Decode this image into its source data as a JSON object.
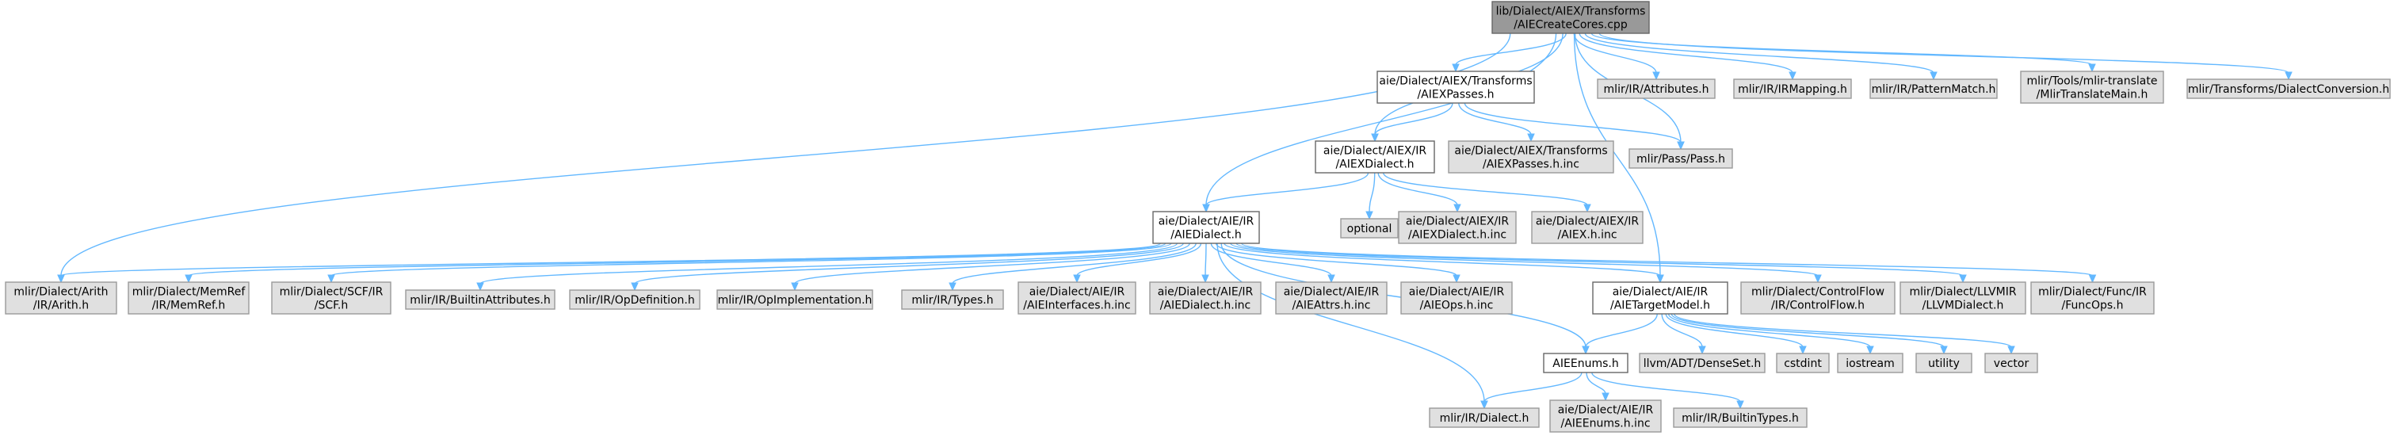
{
  "diagram": {
    "colors": {
      "edge": "#63b8ff",
      "root_fill": "#999999",
      "documented_fill": "#ffffff",
      "external_fill": "#e0e0e0"
    },
    "nodes": [
      {
        "id": "root",
        "kind": "root",
        "lines": [
          "lib/Dialect/AIEX/Transforms",
          "/AIECreateCores.cpp"
        ]
      },
      {
        "id": "aiexpasses",
        "kind": "doc",
        "lines": [
          "aie/Dialect/AIEX/Transforms",
          "/AIEXPasses.h"
        ]
      },
      {
        "id": "attributes",
        "kind": "ext",
        "lines": [
          "mlir/IR/Attributes.h"
        ]
      },
      {
        "id": "irmapping",
        "kind": "ext",
        "lines": [
          "mlir/IR/IRMapping.h"
        ]
      },
      {
        "id": "patternmatch",
        "kind": "ext",
        "lines": [
          "mlir/IR/PatternMatch.h"
        ]
      },
      {
        "id": "mlirtranslatemain",
        "kind": "ext",
        "lines": [
          "mlir/Tools/mlir-translate",
          "/MlirTranslateMain.h"
        ]
      },
      {
        "id": "dialectconversion",
        "kind": "ext",
        "lines": [
          "mlir/Transforms/DialectConversion.h"
        ]
      },
      {
        "id": "aiexdialect",
        "kind": "doc",
        "lines": [
          "aie/Dialect/AIEX/IR",
          "/AIEXDialect.h"
        ]
      },
      {
        "id": "aiexpasses_inc",
        "kind": "ext",
        "lines": [
          "aie/Dialect/AIEX/Transforms",
          "/AIEXPasses.h.inc"
        ]
      },
      {
        "id": "pass",
        "kind": "ext",
        "lines": [
          "mlir/Pass/Pass.h"
        ]
      },
      {
        "id": "aiedialect",
        "kind": "doc",
        "lines": [
          "aie/Dialect/AIE/IR",
          "/AIEDialect.h"
        ]
      },
      {
        "id": "optional",
        "kind": "ext",
        "lines": [
          "optional"
        ]
      },
      {
        "id": "aiexdialect_inc",
        "kind": "ext",
        "lines": [
          "aie/Dialect/AIEX/IR",
          "/AIEXDialect.h.inc"
        ]
      },
      {
        "id": "aiex_inc",
        "kind": "ext",
        "lines": [
          "aie/Dialect/AIEX/IR",
          "/AIEX.h.inc"
        ]
      },
      {
        "id": "arith",
        "kind": "ext",
        "lines": [
          "mlir/Dialect/Arith",
          "/IR/Arith.h"
        ]
      },
      {
        "id": "memref",
        "kind": "ext",
        "lines": [
          "mlir/Dialect/MemRef",
          "/IR/MemRef.h"
        ]
      },
      {
        "id": "scf",
        "kind": "ext",
        "lines": [
          "mlir/Dialect/SCF/IR",
          "/SCF.h"
        ]
      },
      {
        "id": "builtinattributes",
        "kind": "ext",
        "lines": [
          "mlir/IR/BuiltinAttributes.h"
        ]
      },
      {
        "id": "opdefinition",
        "kind": "ext",
        "lines": [
          "mlir/IR/OpDefinition.h"
        ]
      },
      {
        "id": "opimplementation",
        "kind": "ext",
        "lines": [
          "mlir/IR/OpImplementation.h"
        ]
      },
      {
        "id": "types",
        "kind": "ext",
        "lines": [
          "mlir/IR/Types.h"
        ]
      },
      {
        "id": "aieinterfaces_inc",
        "kind": "ext",
        "lines": [
          "aie/Dialect/AIE/IR",
          "/AIEInterfaces.h.inc"
        ]
      },
      {
        "id": "aiedialect_inc",
        "kind": "ext",
        "lines": [
          "aie/Dialect/AIE/IR",
          "/AIEDialect.h.inc"
        ]
      },
      {
        "id": "aieattrs_inc",
        "kind": "ext",
        "lines": [
          "aie/Dialect/AIE/IR",
          "/AIEAttrs.h.inc"
        ]
      },
      {
        "id": "aieops_inc",
        "kind": "ext",
        "lines": [
          "aie/Dialect/AIE/IR",
          "/AIEOps.h.inc"
        ]
      },
      {
        "id": "aietargetmodel",
        "kind": "doc",
        "lines": [
          "aie/Dialect/AIE/IR",
          "/AIETargetModel.h"
        ]
      },
      {
        "id": "controlflow",
        "kind": "ext",
        "lines": [
          "mlir/Dialect/ControlFlow",
          "/IR/ControlFlow.h"
        ]
      },
      {
        "id": "llvmdialect",
        "kind": "ext",
        "lines": [
          "mlir/Dialect/LLVMIR",
          "/LLVMDialect.h"
        ]
      },
      {
        "id": "funcops",
        "kind": "ext",
        "lines": [
          "mlir/Dialect/Func/IR",
          "/FuncOps.h"
        ]
      },
      {
        "id": "aieenums",
        "kind": "doc",
        "lines": [
          "AIEEnums.h"
        ]
      },
      {
        "id": "denseset",
        "kind": "ext",
        "lines": [
          "llvm/ADT/DenseSet.h"
        ]
      },
      {
        "id": "cstdint",
        "kind": "ext",
        "lines": [
          "cstdint"
        ]
      },
      {
        "id": "iostream",
        "kind": "ext",
        "lines": [
          "iostream"
        ]
      },
      {
        "id": "utility",
        "kind": "ext",
        "lines": [
          "utility"
        ]
      },
      {
        "id": "vector",
        "kind": "ext",
        "lines": [
          "vector"
        ]
      },
      {
        "id": "irdialect",
        "kind": "ext",
        "lines": [
          "mlir/IR/Dialect.h"
        ]
      },
      {
        "id": "aieenums_inc",
        "kind": "ext",
        "lines": [
          "aie/Dialect/AIE/IR",
          "/AIEEnums.h.inc"
        ]
      },
      {
        "id": "builtintypes",
        "kind": "ext",
        "lines": [
          "mlir/IR/BuiltinTypes.h"
        ]
      }
    ],
    "edges": [
      [
        "root",
        "aiexpasses"
      ],
      [
        "root",
        "attributes"
      ],
      [
        "root",
        "irmapping"
      ],
      [
        "root",
        "patternmatch"
      ],
      [
        "root",
        "mlirtranslatemain"
      ],
      [
        "root",
        "dialectconversion"
      ],
      [
        "root",
        "aiexdialect"
      ],
      [
        "root",
        "pass"
      ],
      [
        "root",
        "aiedialect"
      ],
      [
        "root",
        "arith"
      ],
      [
        "root",
        "aietargetmodel"
      ],
      [
        "aiexpasses",
        "aiexdialect"
      ],
      [
        "aiexpasses",
        "aiexpasses_inc"
      ],
      [
        "aiexpasses",
        "pass"
      ],
      [
        "aiexdialect",
        "aiedialect"
      ],
      [
        "aiexdialect",
        "optional"
      ],
      [
        "aiexdialect",
        "aiexdialect_inc"
      ],
      [
        "aiexdialect",
        "aiex_inc"
      ],
      [
        "aiedialect",
        "arith"
      ],
      [
        "aiedialect",
        "memref"
      ],
      [
        "aiedialect",
        "scf"
      ],
      [
        "aiedialect",
        "builtinattributes"
      ],
      [
        "aiedialect",
        "opdefinition"
      ],
      [
        "aiedialect",
        "opimplementation"
      ],
      [
        "aiedialect",
        "types"
      ],
      [
        "aiedialect",
        "aieinterfaces_inc"
      ],
      [
        "aiedialect",
        "aiedialect_inc"
      ],
      [
        "aiedialect",
        "aieattrs_inc"
      ],
      [
        "aiedialect",
        "aieops_inc"
      ],
      [
        "aiedialect",
        "aietargetmodel"
      ],
      [
        "aiedialect",
        "controlflow"
      ],
      [
        "aiedialect",
        "llvmdialect"
      ],
      [
        "aiedialect",
        "funcops"
      ],
      [
        "aiedialect",
        "aieenums"
      ],
      [
        "aiedialect",
        "irdialect"
      ],
      [
        "aietargetmodel",
        "aieenums"
      ],
      [
        "aietargetmodel",
        "denseset"
      ],
      [
        "aietargetmodel",
        "cstdint"
      ],
      [
        "aietargetmodel",
        "iostream"
      ],
      [
        "aietargetmodel",
        "utility"
      ],
      [
        "aietargetmodel",
        "vector"
      ],
      [
        "aieenums",
        "irdialect"
      ],
      [
        "aieenums",
        "aieenums_inc"
      ],
      [
        "aieenums",
        "builtintypes"
      ]
    ]
  }
}
